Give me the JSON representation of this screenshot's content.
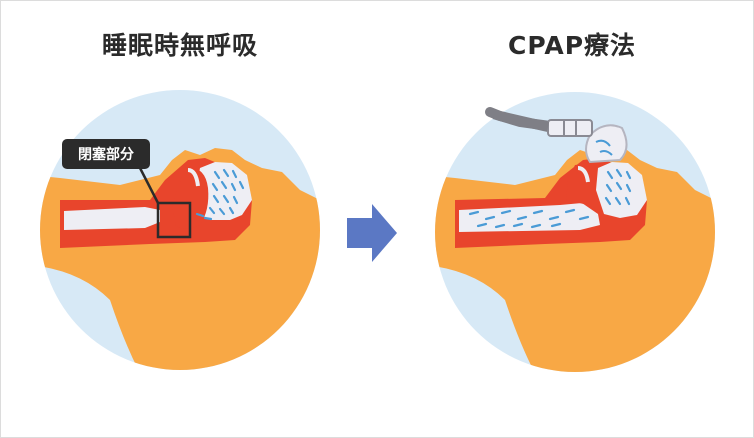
{
  "panels": {
    "left": {
      "title": "睡眠時無呼吸",
      "callout": "閉塞部分"
    },
    "right": {
      "title": "CPAP療法"
    }
  },
  "icons": {
    "transition": "arrow-right-icon"
  },
  "colors": {
    "circle": "#d7e9f6",
    "face": "#f8a845",
    "airway": "#e8452c",
    "air": "#4a9bd6",
    "arrow": "#5b78c4",
    "callout": "#2b2b2b"
  }
}
